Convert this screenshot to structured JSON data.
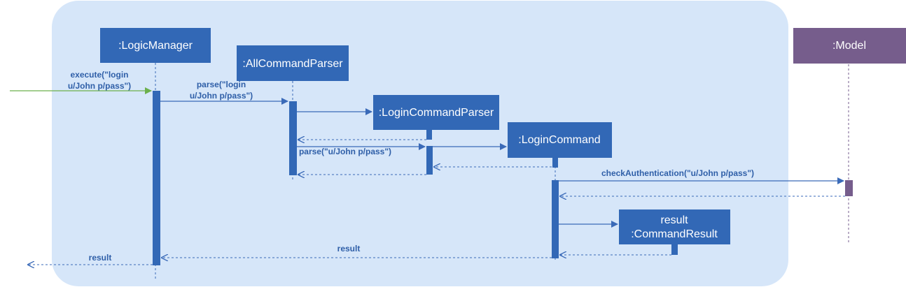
{
  "participants": {
    "logic_manager": ":LogicManager",
    "all_command_parser": ":AllCommandParser",
    "login_command_parser": ":LoginCommandParser",
    "login_command": ":LoginCommand",
    "command_result_line1": "result",
    "command_result_line2": ":CommandResult",
    "model": ":Model"
  },
  "messages": {
    "execute_line1": "execute(\"login",
    "execute_line2": "u/John p/pass\")",
    "parse_line1": "parse(\"login",
    "parse_line2": "u/John p/pass\")",
    "parse_login": "parse(\"u/John p/pass\")",
    "check_auth": "checkAuthentication(\"u/John p/pass\")",
    "result_to_logic_manager": "result",
    "result_to_caller": "result"
  },
  "colors": {
    "logic_frame": "#d6e6f9",
    "box_blue": "#3268b6",
    "model_purple": "#765d8c",
    "arrow_blue": "#3a6ab8",
    "arrow_green": "#6cb04c",
    "text_blue": "#2f5fa8"
  }
}
